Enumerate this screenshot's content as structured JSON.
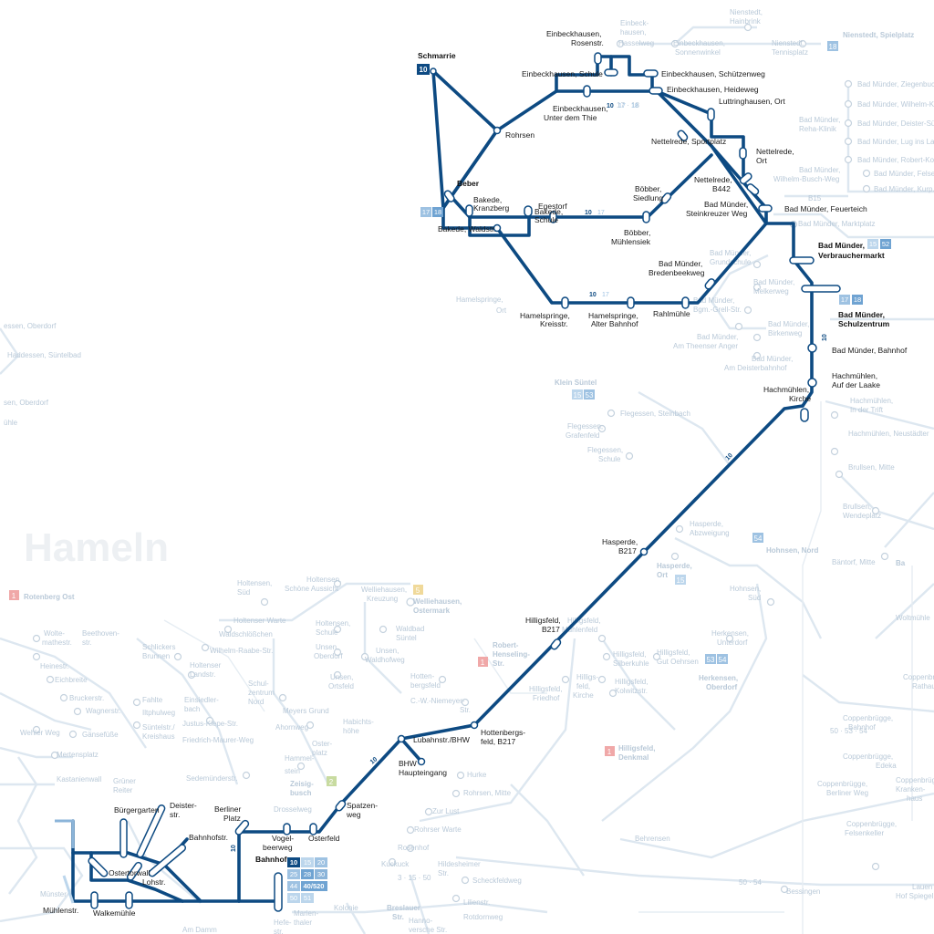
{
  "city_label": "Hameln",
  "route_line": "10",
  "line_labels": [
    "10",
    "17",
    "18"
  ],
  "stops_main": [
    "Schmarrie",
    "Rohrsen",
    "Beber",
    "Bakede, Kranzberg",
    "Egestorf",
    "Bakede, Schule",
    "Bakede, Waldstr.",
    "Hamelspringe, Kreisstr.",
    "Hamelspringe, Alter Bahnhof",
    "Rahlmühle",
    "Bad Münder, Bredenbeekweg",
    "Böbber, Siedlung",
    "Böbber, Mühlensiek",
    "Einbeckhausen, Rosenstr.",
    "Einbeckhausen, Schule",
    "Einbeckhausen, Schützenweg",
    "Einbeckhausen, Heideweg",
    "Einbeckhausen, Unter dem Thie",
    "Luttringhausen, Ort",
    "Nettelrede, Sportplatz",
    "Nettelrede, Ort",
    "Nettelrede, B442",
    "Bad Münder, Steinkreuzer Weg",
    "Bad Münder, Feuerteich",
    "Bad Münder, Verbrauchermarkt",
    "Bad Münder, Schulzentrum",
    "Bad Münder, Bahnhof",
    "Hachmühlen, Auf der Laake",
    "Hachmühlen, Kirche",
    "Hasperde, B217",
    "Hilligsfeld, B217",
    "Hottenbergsfeld, B217",
    "Lubahnstr./BHW",
    "BHW Haupteingang",
    "Spatzenweg",
    "Osterfeld",
    "Vogelbeerweg",
    "Berliner Platz",
    "Bahnhof",
    "Bahnhofstr.",
    "Deisterstr.",
    "Bürgergarten",
    "Ostertorwall",
    "Lohstr.",
    "Mühlenstr.",
    "Walkemühle"
  ],
  "stops_faint": [
    "Einbeckhausen, Hasselweg",
    "Einbeckhausen, Sonnenwinkel",
    "Nienstedt, Hainbrink",
    "Nienstedt, Tennisplatz",
    "Nienstedt, Spielplatz",
    "Bad Münder, Ziegenbuch",
    "Bad Münder, Wilhelm-Kl.",
    "Bad Münder, Reha-Klinik",
    "Bad Münder, Deister-Süntel",
    "Bad Münder, Lug ins Land",
    "Bad Münder, Robert-Koch",
    "Bad Münder, Felsenkeller",
    "Bad Münder, Kurpark",
    "Bad Münder, Wilhelm-Busch-Weg",
    "Bad Münder, Marktplatz",
    "Bad Münder, Grundschule",
    "Bad Münder, Melkerweg",
    "Bad Münder, Bgm.-Grell-Str.",
    "Bad Münder, Birkenweg",
    "Bad Münder, Am Theenser Anger",
    "Bad Münder, Am Deisterbahnhof",
    "Hachmühlen, In der Trift",
    "Hachmühlen, Neustädter",
    "Brullsen, Mitte",
    "Brullsen, Wendeplatz",
    "Bäntorf, Mitte",
    "Hamelspringe, Ort",
    "Klein Süntel",
    "Flegessen, Steinbach",
    "Flegessen, Grafenfeld",
    "Flegessen, Schule",
    "Hasperde, Abzweigung",
    "Hasperde, Ort",
    "Hohnsen, Nord",
    "Hohnsen, Süd",
    "Herkensen, Unterdorf",
    "Herkensen, Oberdorf",
    "Hilligsfeld, Mühlenfeld",
    "Hilligsfeld, Silberkuhle",
    "Hilligsfeld, Gut Oehrsen",
    "Hilligsfeld, Friedhof",
    "Hilligsfeld, Kirche",
    "Hilligsfeld, Kolwitzstr.",
    "Hilligsfeld, Denkmal",
    "Robert-Henseling-Str.",
    "Hottenbergsfeld",
    "C.-W.-Niemeyer-Str.",
    "Hurke",
    "Rohrsen, Mitte",
    "Zur Lust",
    "Rohrser Warte",
    "Rosenhof",
    "Kuckuck",
    "Hildesheimer Str.",
    "Scheckfeldweg",
    "Lilienstr.",
    "Rotdornweg",
    "Breslauer Str.",
    "Hannoversche Str.",
    "Kolonie",
    "Marienthaler Str.",
    "Hefestr.",
    "Am Damm",
    "Welliehausen, Kreuzung",
    "Welliehausen, Ostermark",
    "Holtensen, Schöne Aussicht",
    "Holtensen, Süd",
    "Holtenser Warte",
    "Holtensen, Schule",
    "Waldbad Süntel",
    "Unsen, Oberdorf",
    "Unsen, Waldhofweg",
    "Unsen, Ortsfeld",
    "Waldschlößchen",
    "Wilhelm-Raabe-Str.",
    "Schlickers Brunnen",
    "Holtenser Landstr.",
    "Schulzentrum Nord",
    "Einsiedlerbach",
    "Fahlte",
    "Iltphulweg",
    "Justus-Kiepe-Str.",
    "Süntelstr./Kreishaus",
    "Friedrich-Maurer-Weg",
    "Meyers Grund",
    "Ahornweg",
    "Habichtshöhe",
    "Osterplatz",
    "Hammelstein",
    "Sedemünderstr.",
    "Zeisigbusch",
    "Drosselweg",
    "Wolfsmathestr.",
    "Beethovenstr.",
    "Heinestr.",
    "Eichbreite",
    "Bruckerstr.",
    "Wagnerstr.",
    "Wehler Weg",
    "Gänsefüße",
    "Mertensplatz",
    "Kastanienwall",
    "Grüner Reiter",
    "Münster",
    "Rotenberg Ost",
    "Haddessen, Oberdorf",
    "Haddessen, Süntelbad",
    "Coppenbrügge, Rathaus",
    "Coppenbrügge, Bahnhof",
    "Coppenbrügge, Edeka",
    "Coppenbrügge, Krankenhaus",
    "Coppenbrügge, Berliner Weg",
    "Coppenbrügge, Felsenkeller",
    "Behrensen",
    "Bessingen",
    "Lauenstein, Hof Spiegel",
    "Woltmühle"
  ],
  "badges": {
    "schmarrie": "10",
    "beber": [
      "17",
      "18"
    ],
    "verbrauchermarkt": [
      "15",
      "52"
    ],
    "schulzentrum": [
      "17",
      "18"
    ],
    "klein_suentel": [
      "15",
      "53"
    ],
    "hohnsen_nord": "54",
    "hasperde_ort": "15",
    "herkensen": [
      "53",
      "54"
    ],
    "bahnhof": [
      "10",
      "15",
      "20",
      "25",
      "28",
      "30",
      "44",
      "40/520",
      "50",
      "51"
    ],
    "nienstedt": "18",
    "welliehausen": "5",
    "zeisigbusch": "2",
    "rotenberg": "1",
    "robert_henseling": "1",
    "denkmal": "1"
  }
}
